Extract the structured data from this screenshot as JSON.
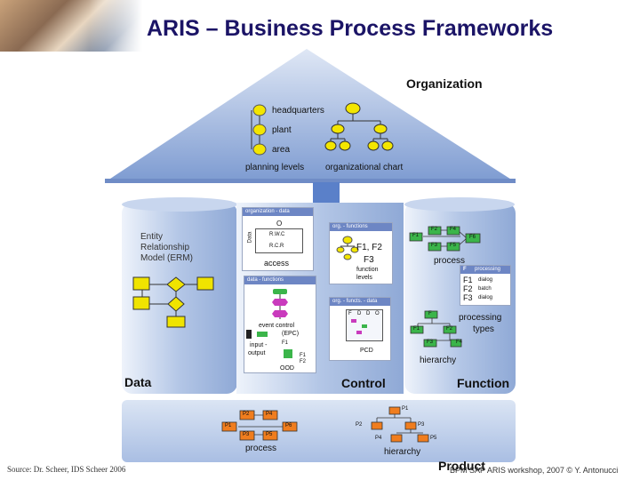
{
  "title": "ARIS – Business Process Frameworks",
  "footer": {
    "source": "Source: Dr. Scheer, IDS Scheer 2006",
    "credit": "BPM SAP ARIS workshop, 2007 © Y. Antonucci"
  },
  "organization": {
    "heading": "Organization",
    "levels": [
      "headquarters",
      "plant",
      "area"
    ],
    "planning_label": "planning levels",
    "chart_label": "organizational chart"
  },
  "data_view": {
    "heading": "Data",
    "erm_line1": "Entity",
    "erm_line2": "Relationship",
    "erm_line3": "Model (ERM)"
  },
  "control_view": {
    "heading": "Control",
    "org_data_box": {
      "header": "organization - data",
      "o": "O",
      "data": "Data",
      "row1": "R.W.C",
      "row2": "R.C.R",
      "caption": "access"
    },
    "org_func_box": {
      "header": "org. - functions",
      "f1f2": "F1, F2",
      "f3": "F3",
      "caption1": "function",
      "caption2": "levels"
    },
    "data_func_box": {
      "header": "data - functions",
      "event_control": "event control",
      "epc": "(EPC)",
      "f1": "F1",
      "input": "input -",
      "output": "output",
      "f1b": "F1",
      "f2": "F2",
      "caption": "OOD"
    },
    "org_func_data_box": {
      "header": "org. - functs. - data",
      "cols": [
        "F",
        "D",
        "D",
        "O"
      ],
      "caption": "PCD"
    }
  },
  "function_view": {
    "heading": "Function",
    "process_nodes": [
      "F2",
      "F4",
      "F1",
      "F3",
      "F5",
      "F6"
    ],
    "process_label": "process",
    "processing_box": {
      "header": "processing",
      "f": "F",
      "rows": [
        {
          "f": "F1",
          "t": "dialog"
        },
        {
          "f": "F2",
          "t": "batch"
        },
        {
          "f": "F3",
          "t": "dialog"
        }
      ]
    },
    "processing_types_line1": "processing",
    "processing_types_line2": "types",
    "hierarchy_nodes": [
      "F",
      "F1",
      "F2",
      "F3",
      "F4"
    ],
    "hierarchy_label": "hierarchy"
  },
  "product": {
    "heading": "Product",
    "process_nodes": [
      "P2",
      "P4",
      "P1",
      "P3",
      "P5",
      "P6"
    ],
    "process_label": "process",
    "hierarchy_nodes": [
      "P1",
      "P2",
      "P3",
      "P4",
      "P5"
    ],
    "hierarchy_label": "hierarchy"
  },
  "colors": {
    "roof": "#7d9bd1",
    "pillar": "#b3c6e6",
    "title": "#1b1466",
    "function": "#3bb54a",
    "event": "#c93bbd",
    "org": "#f3e600",
    "product": "#f07d1e",
    "entity": "#f0e400"
  }
}
